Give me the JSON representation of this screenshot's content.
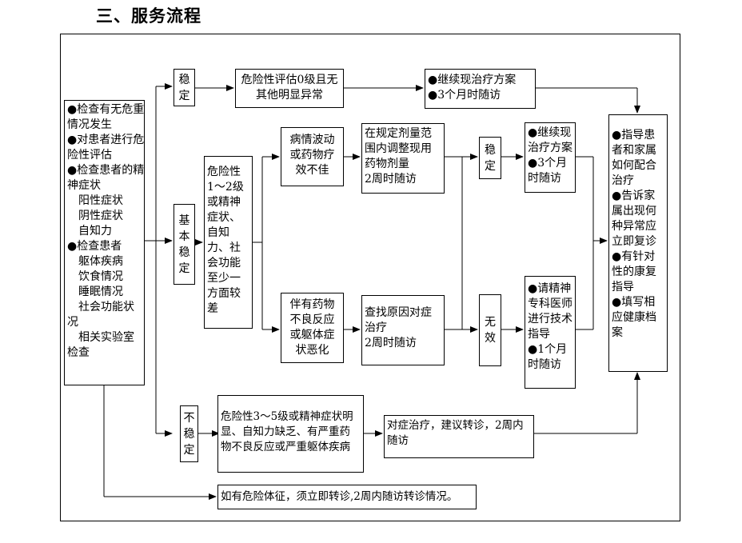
{
  "title": "三、服务流程",
  "nodes": {
    "check": [
      "●检查有无危重",
      "情况发生",
      "●对患者进行危",
      "险性评估",
      "●检查患者的精",
      "神症状",
      "  阳性症状",
      "  阴性症状",
      "  自知力",
      "●检查患者",
      "  躯体疾病",
      "  饮食情况",
      "  睡眠情况",
      "  社会功能状",
      "况",
      "  相关实验室",
      "检查"
    ],
    "stable_top": [
      "稳",
      "定"
    ],
    "risk0": [
      "危险性评估0级且无",
      "其他明显异常"
    ],
    "continue_top": [
      "●继续现治疗方案",
      "●3个月时随访"
    ],
    "basic_stable": [
      "基",
      "本",
      "稳",
      "定"
    ],
    "risk12": [
      "危险性",
      "1～2级",
      "或精神",
      "症状、",
      "自知",
      "力、社",
      "会功能",
      "至少一",
      "方面较",
      "差"
    ],
    "fluctuate": [
      "病情波动",
      "或药物疗",
      "效不佳"
    ],
    "adjust": [
      "在规定剂量范",
      "围内调整现用",
      "药物剂量",
      "2周时随访"
    ],
    "adverse": [
      "伴有药物",
      "不良反应",
      "或躯体症",
      "状恶化"
    ],
    "find_cause": [
      "查找原因对症",
      "治疗",
      "2周时随访"
    ],
    "stable_mid": [
      "稳",
      "定"
    ],
    "continue_mid": [
      "●继续现",
      "治疗方案",
      "●3个月",
      "时随访"
    ],
    "ineffective": [
      "无",
      "效"
    ],
    "psych_help": [
      "●请精神",
      "专科医师",
      "进行技术",
      "指导",
      "●1个月",
      "时随访"
    ],
    "guide": [
      "●指导患",
      "者和家属",
      "如何配合",
      "治疗",
      "●告诉家",
      "属出现何",
      "种异常应",
      "立即复诊",
      "●有针对",
      "性的康复",
      "指导",
      "●填写相",
      "应健康档",
      "案"
    ],
    "unstable": [
      "不",
      "稳",
      "定"
    ],
    "risk35": [
      "危险性3～5级或精神症状明",
      "显、自知力缺乏、有严重药",
      "物不良反应或严重躯体疾病"
    ],
    "referral": [
      "对症治疗，建议转诊，2周内",
      "随访"
    ],
    "danger": [
      "如有危险体征，须立即转诊,2周内随访转诊情况。"
    ]
  }
}
